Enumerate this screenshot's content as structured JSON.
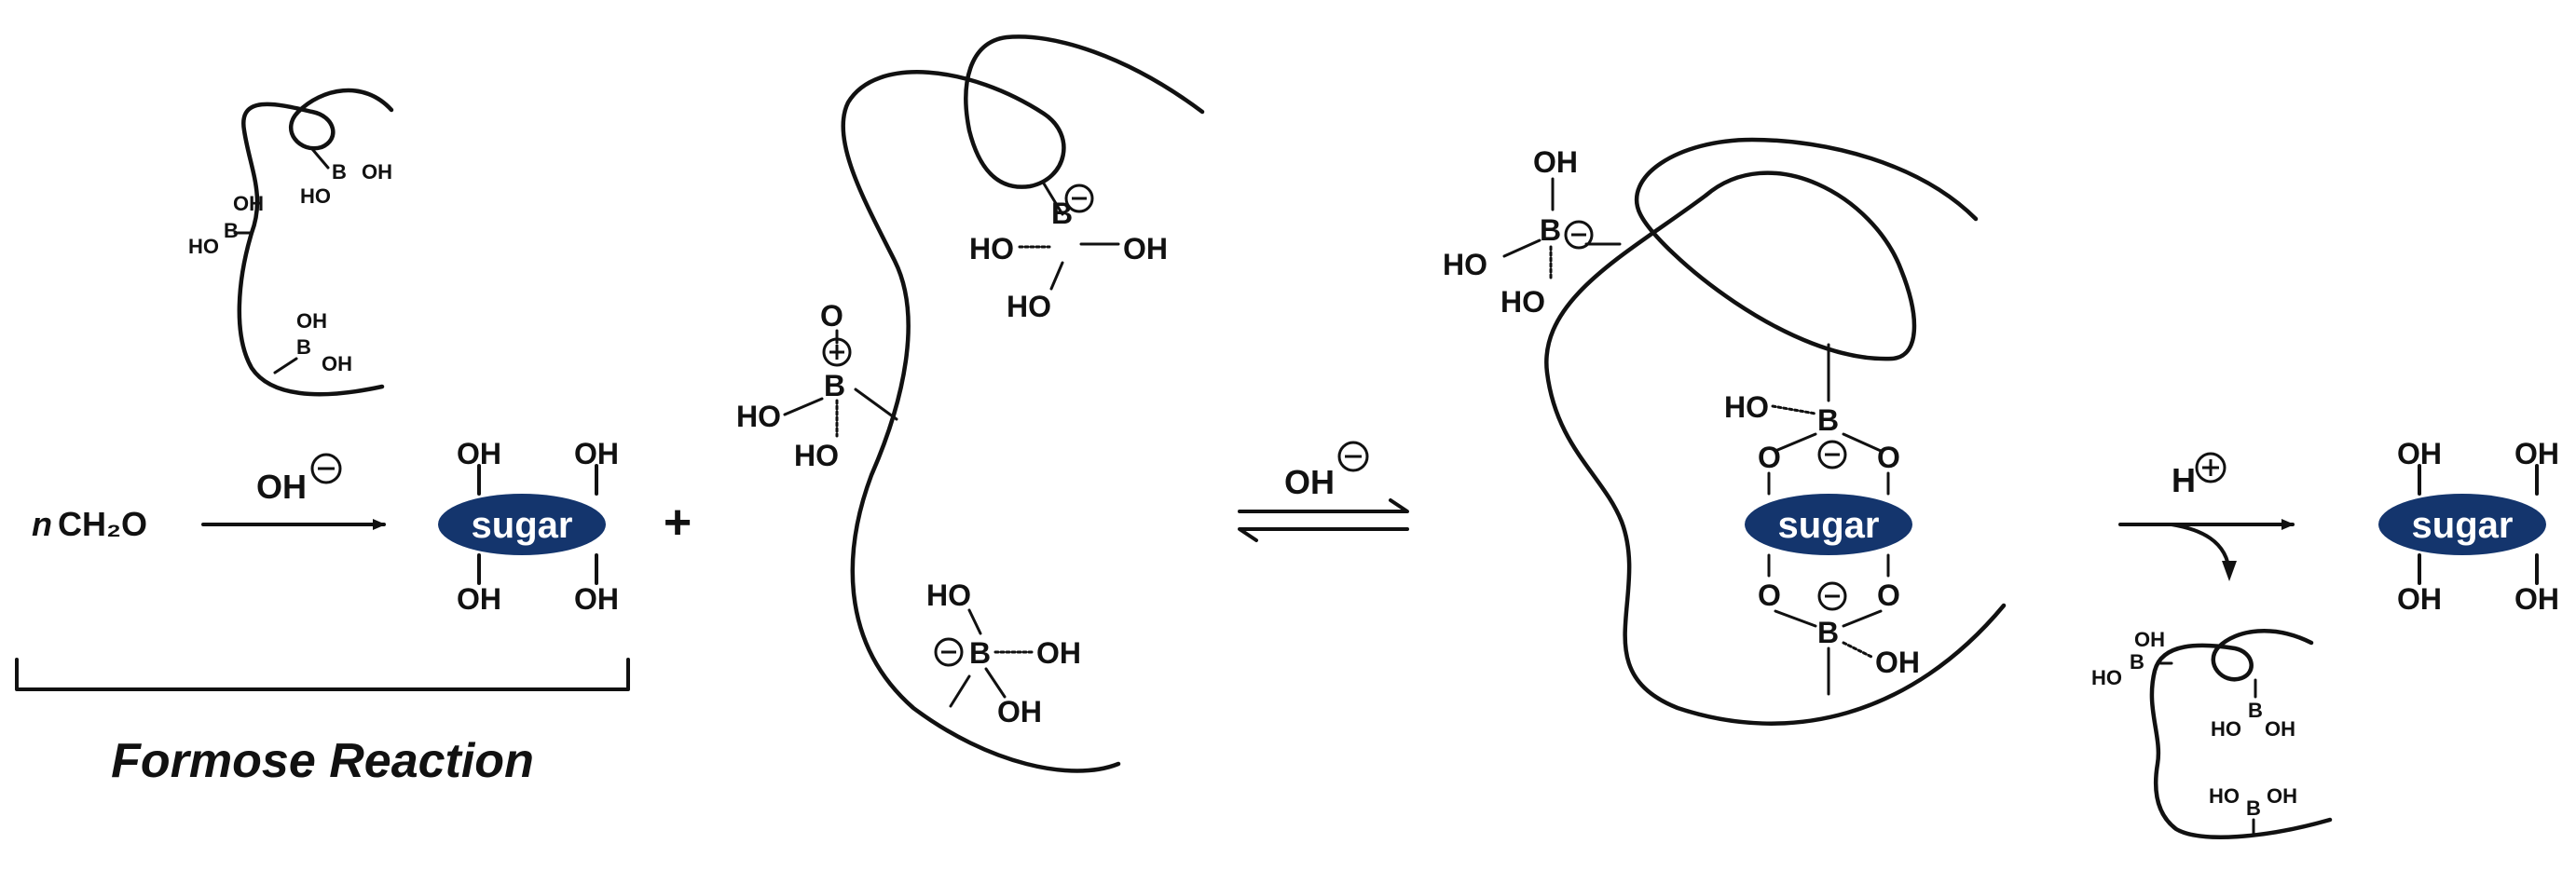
{
  "colors": {
    "sugar_fill": "#14356d",
    "sugar_text": "#ffffff",
    "ink": "#111111"
  },
  "labels": {
    "OH": "OH",
    "HO": "HO",
    "B": "B",
    "O": "O",
    "minus": "−",
    "plus": "+",
    "sugar": "sugar",
    "n": "n",
    "CH2O": "CH₂O",
    "hydroxide": "OH",
    "proton": "H",
    "plus_sign": "+",
    "caption": "Formose Reaction"
  }
}
